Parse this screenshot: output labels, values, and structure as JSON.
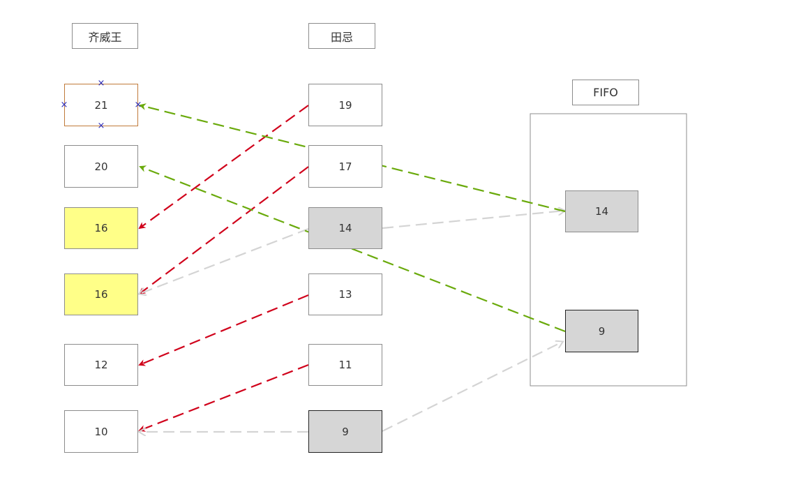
{
  "colors": {
    "red_arrow": "#d0021b",
    "green_arrow": "#6aaa0c",
    "gray_arrow": "#d4d4d4",
    "yellow_fill": "#ffff88",
    "gray_fill": "#d6d6d6",
    "selected_border": "#c07a3a",
    "selection_handle": "#2a2ab8"
  },
  "headers": {
    "king": "齐威王",
    "tian": "田忌",
    "fifo": "FIFO"
  },
  "king_horses": [
    "21",
    "20",
    "16",
    "16",
    "12",
    "10"
  ],
  "tian_horses": [
    "19",
    "17",
    "14",
    "13",
    "11",
    "9"
  ],
  "fifo_items": [
    "14",
    "9"
  ],
  "selection_marks": [
    "×",
    "×",
    "×",
    "×"
  ]
}
